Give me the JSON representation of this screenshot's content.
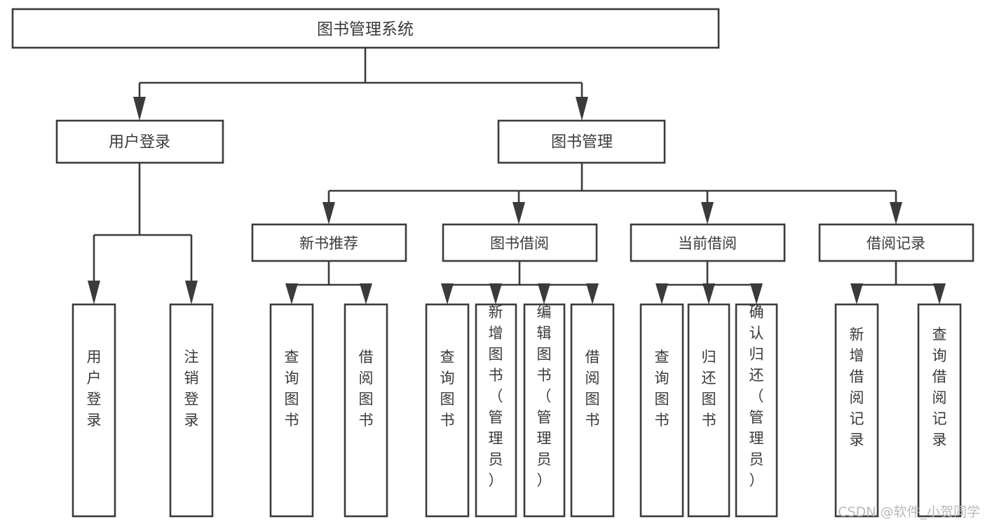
{
  "diagram": {
    "title": "图书管理系统",
    "type": "tree",
    "orientation": "top-down",
    "root": {
      "label": "图书管理系统"
    },
    "level2": [
      {
        "label": "用户登录"
      },
      {
        "label": "图书管理"
      }
    ],
    "level3": [
      {
        "label": "新书推荐"
      },
      {
        "label": "图书借阅"
      },
      {
        "label": "当前借阅"
      },
      {
        "label": "借阅记录"
      }
    ],
    "leaves": {
      "user_login": [
        {
          "label": "用户登录"
        },
        {
          "label": "注销登录"
        }
      ],
      "new_book_recommend": [
        {
          "label": "查询图书"
        },
        {
          "label": "借阅图书"
        }
      ],
      "book_borrow": [
        {
          "label": "查询图书"
        },
        {
          "label": "新增图书（管理员）"
        },
        {
          "label": "编辑图书（管理员）"
        },
        {
          "label": "借阅图书"
        }
      ],
      "current_borrow": [
        {
          "label": "查询图书"
        },
        {
          "label": "归还图书"
        },
        {
          "label": "确认归还（管理员）"
        }
      ],
      "borrow_record": [
        {
          "label": "新增借阅记录"
        },
        {
          "label": "查询借阅记录"
        }
      ]
    },
    "colors": {
      "box_stroke": "#3b3b3b",
      "box_fill": "#ffffff",
      "text": "#3a3a3a",
      "connector": "#3b3b3b",
      "watermark": "#b9b9b9",
      "background": "#ffffff"
    }
  },
  "watermark": {
    "text": "CSDN @软件_小贺同学"
  }
}
